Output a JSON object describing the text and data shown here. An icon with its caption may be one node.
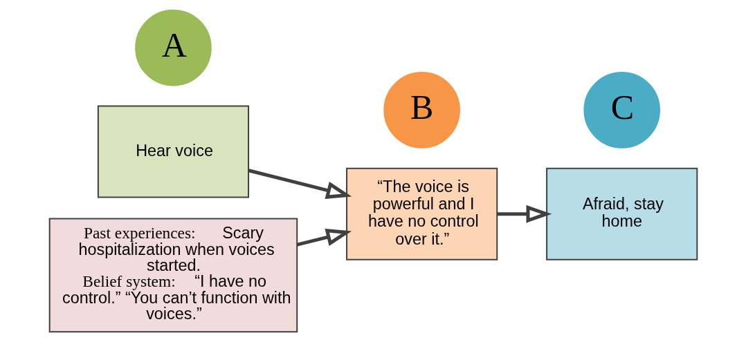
{
  "diagram": {
    "nodes": [
      {
        "text": [
          "A"
        ]
      },
      {
        "text": [
          "Hear voice"
        ]
      },
      {
        "text": [
          "B"
        ]
      },
      {
        "text": [
          "“The voice is powerful and I have no control over it.”"
        ]
      },
      {
        "text": [
          "C"
        ]
      },
      {
        "text": [
          "Afraid, stay home"
        ]
      },
      {
        "text": [
          "**Past experiences:** Scary hospitalization when voices started.",
          "**Belief system:** “I have no control.” “You can’t function with voices.”"
        ]
      }
    ],
    "edges": [
      {
        "from": 1,
        "to": 3,
        "arrow": "to"
      },
      {
        "from": 3,
        "to": 5,
        "arrow": "to"
      },
      {
        "from": 6,
        "to": 3,
        "arrow": "to"
      }
    ]
  }
}
